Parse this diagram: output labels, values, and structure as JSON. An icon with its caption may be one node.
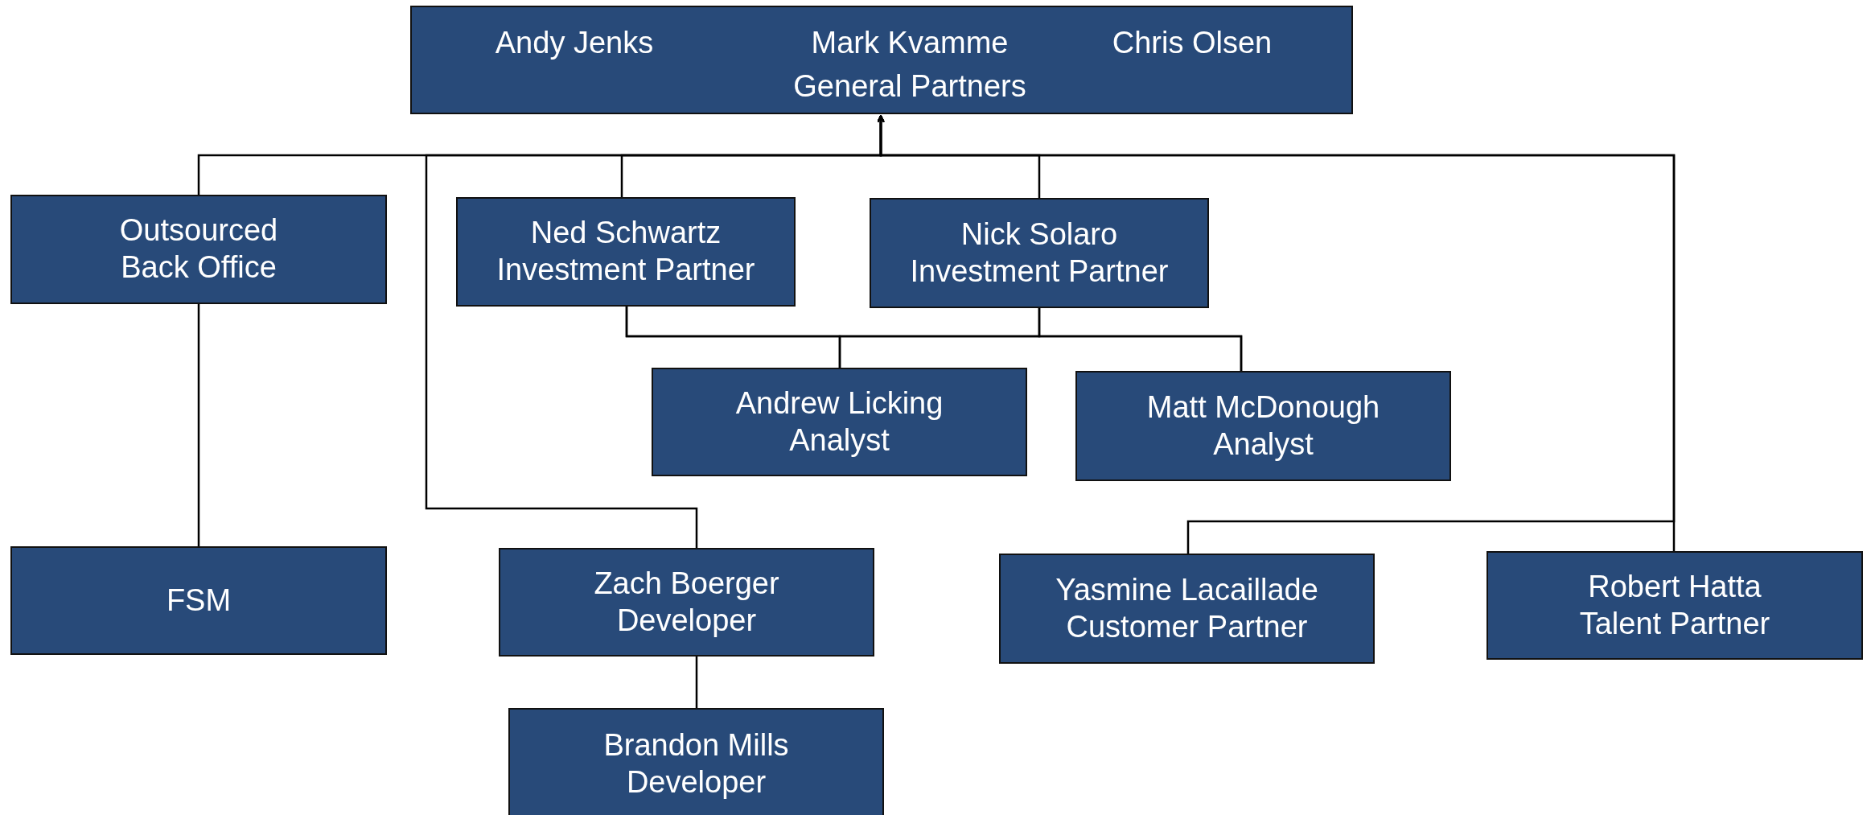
{
  "diagram": {
    "nodes": [
      {
        "text": [
          "Andy Jenks",
          "Mark Kvamme",
          "Chris Olsen",
          "General Partners"
        ]
      },
      {
        "text": [
          "Outsourced Back Office"
        ]
      },
      {
        "text": [
          "Ned Schwartz",
          "Investment Partner"
        ]
      },
      {
        "text": [
          "Nick Solaro",
          "Investment Partner"
        ]
      },
      {
        "text": [
          "Andrew Licking",
          "Analyst"
        ]
      },
      {
        "text": [
          "Matt McDonough",
          "Analyst"
        ]
      },
      {
        "text": [
          "FSM"
        ]
      },
      {
        "text": [
          "Zach Boerger",
          "Developer"
        ]
      },
      {
        "text": [
          "Yasmine Lacaillade",
          "Customer Partner"
        ]
      },
      {
        "text": [
          "Robert Hatta",
          "Talent Partner"
        ]
      },
      {
        "text": [
          "Brandon Mills",
          "Developer"
        ]
      }
    ],
    "edges": [
      {
        "from": 1,
        "to": 0,
        "arrow": "to"
      },
      {
        "from": 2,
        "to": 0,
        "arrow": "to"
      },
      {
        "from": 3,
        "to": 0,
        "arrow": "to"
      },
      {
        "from": 7,
        "to": 0,
        "arrow": "to"
      },
      {
        "from": 8,
        "to": 0,
        "arrow": "to"
      },
      {
        "from": 9,
        "to": 0,
        "arrow": "to"
      },
      {
        "from": 6,
        "to": 1,
        "arrow": "none"
      },
      {
        "from": 2,
        "to": 4,
        "arrow": "none"
      },
      {
        "from": 2,
        "to": 5,
        "arrow": "none"
      },
      {
        "from": 3,
        "to": 4,
        "arrow": "none"
      },
      {
        "from": 3,
        "to": 5,
        "arrow": "none"
      },
      {
        "from": 10,
        "to": 7,
        "arrow": "none"
      }
    ]
  }
}
